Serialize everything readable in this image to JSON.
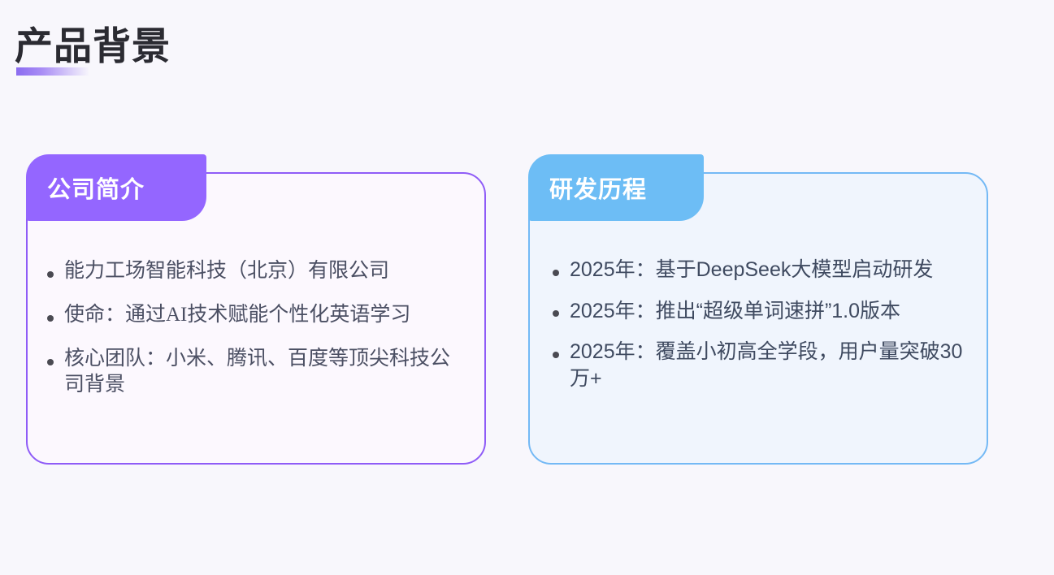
{
  "slide": {
    "title": "产品背景",
    "background_color": "#F8F7FC"
  },
  "cards": [
    {
      "id": "company",
      "header_label": "公司简介",
      "header_color": "#9466FF",
      "border_color": "#8F5CF7",
      "body_color": "#FCF8FE",
      "bullets": [
        "能力工场智能科技（北京）有限公司",
        "使命：通过AI技术赋能个性化英语学习",
        "核心团队：小米、腾讯、百度等顶尖科技公司背景"
      ]
    },
    {
      "id": "roadmap",
      "header_label": "研发历程",
      "header_color": "#6DBDF5",
      "border_color": "#74B9F5",
      "body_color": "#F0F5FD",
      "bullets": [
        "2025年：基于DeepSeek大模型启动研发",
        "2025年：推出“超级单词速拼”1.0版本",
        "2025年：覆盖小初高全学段，用户量突破30万+"
      ]
    }
  ]
}
